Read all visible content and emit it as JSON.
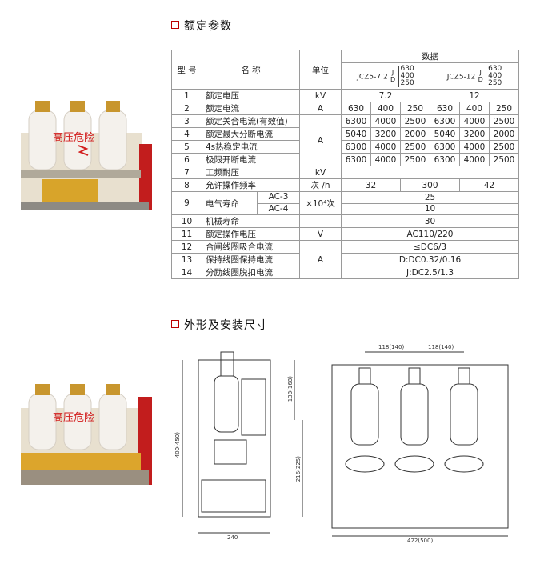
{
  "section1": {
    "title": "额定参数"
  },
  "section2": {
    "title": "外形及安装尺寸"
  },
  "photo": {
    "warning": "高压危险"
  },
  "table": {
    "header": {
      "type": "型 号",
      "name": "名 称",
      "unit": "单位",
      "data": "数据",
      "model1": "JCZ5-7.2",
      "model2": "JCZ5-12",
      "jd_j": "J",
      "jd_d": "D",
      "ratings": [
        "630",
        "400",
        "250"
      ]
    },
    "rows": [
      {
        "no": "1",
        "name": "额定电压",
        "unit": "kV",
        "v": [
          "7.2",
          "12"
        ]
      },
      {
        "no": "2",
        "name": "额定电流",
        "unit": "A",
        "v": [
          "630",
          "400",
          "250",
          "630",
          "400",
          "250"
        ]
      },
      {
        "no": "3",
        "name": "额定关合电流(有效值)",
        "unit": "",
        "v": [
          "6300",
          "4000",
          "2500",
          "6300",
          "4000",
          "2500"
        ]
      },
      {
        "no": "4",
        "name": "额定最大分断电流",
        "unit": "A",
        "v": [
          "5040",
          "3200",
          "2000",
          "5040",
          "3200",
          "2000"
        ]
      },
      {
        "no": "5",
        "name": "4s热稳定电流",
        "unit": "",
        "v": [
          "6300",
          "4000",
          "2500",
          "6300",
          "4000",
          "2500"
        ]
      },
      {
        "no": "6",
        "name": "极限开断电流",
        "unit": "",
        "v": [
          "6300",
          "4000",
          "2500",
          "6300",
          "4000",
          "2500"
        ]
      },
      {
        "no": "7",
        "name": "工频耐压",
        "unit": "kV",
        "v": [
          ""
        ]
      },
      {
        "no": "8",
        "name": "允许操作频率",
        "unit": "次 /h",
        "v": [
          "32",
          "300",
          "42"
        ]
      },
      {
        "no": "9",
        "name": "电气寿命",
        "sub": [
          "AC-3",
          "AC-4"
        ],
        "unit": "×10⁴次",
        "v": [
          "25",
          "10"
        ]
      },
      {
        "no": "10",
        "name": "机械寿命",
        "unit": "",
        "v": [
          "30"
        ]
      },
      {
        "no": "11",
        "name": "额定操作电压",
        "unit": "V",
        "v": [
          "AC110/220"
        ]
      },
      {
        "no": "12",
        "name": "合闸线圈吸合电流",
        "unit": "",
        "v": [
          "≤DC6/3"
        ]
      },
      {
        "no": "13",
        "name": "保持线圈保持电流",
        "unit": "A",
        "v": [
          "D:DC0.32/0.16"
        ]
      },
      {
        "no": "14",
        "name": "分励线圈脱扣电流",
        "unit": "",
        "v": [
          "J:DC2.5/1.3"
        ]
      }
    ]
  },
  "dims": {
    "side_h_total": "400(450)",
    "side_h_top": "138(168)",
    "side_h_bottom": "216(225)",
    "side_w": "240",
    "front_pitch_1": "118(140)",
    "front_pitch_2": "118(140)",
    "front_w": "422(500)"
  }
}
